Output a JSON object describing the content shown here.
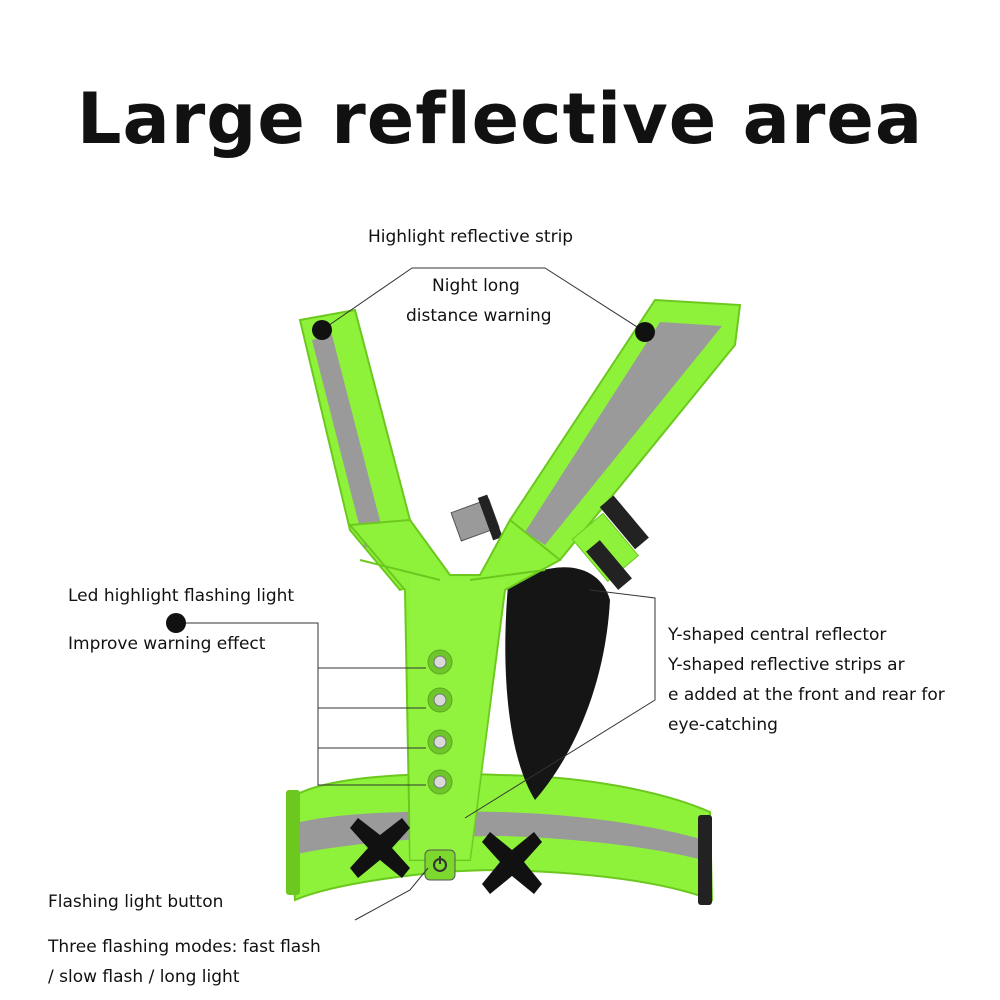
{
  "title": "Large reflective area",
  "labels": {
    "highlight_strip": "Highlight reflective strip",
    "night_line1": "Night long",
    "night_line2": "distance warning",
    "led_line1": "Led highlight flashing light",
    "led_line2": "Improve warning effect",
    "y_line1": "Y-shaped central reflector",
    "y_line2": "Y-shaped reflective strips ar",
    "y_line3": "e added at the front and rear for",
    "y_line4": "eye-catching",
    "button_line1": "Flashing light button",
    "modes_line1": "Three flashing modes: fast flash",
    "modes_line2": "/ slow flash / long light"
  },
  "colors": {
    "vest_green": "#8ef23a",
    "vest_green_dark": "#6cc81e",
    "reflective_gray": "#9a9a9a",
    "black": "#111111"
  }
}
